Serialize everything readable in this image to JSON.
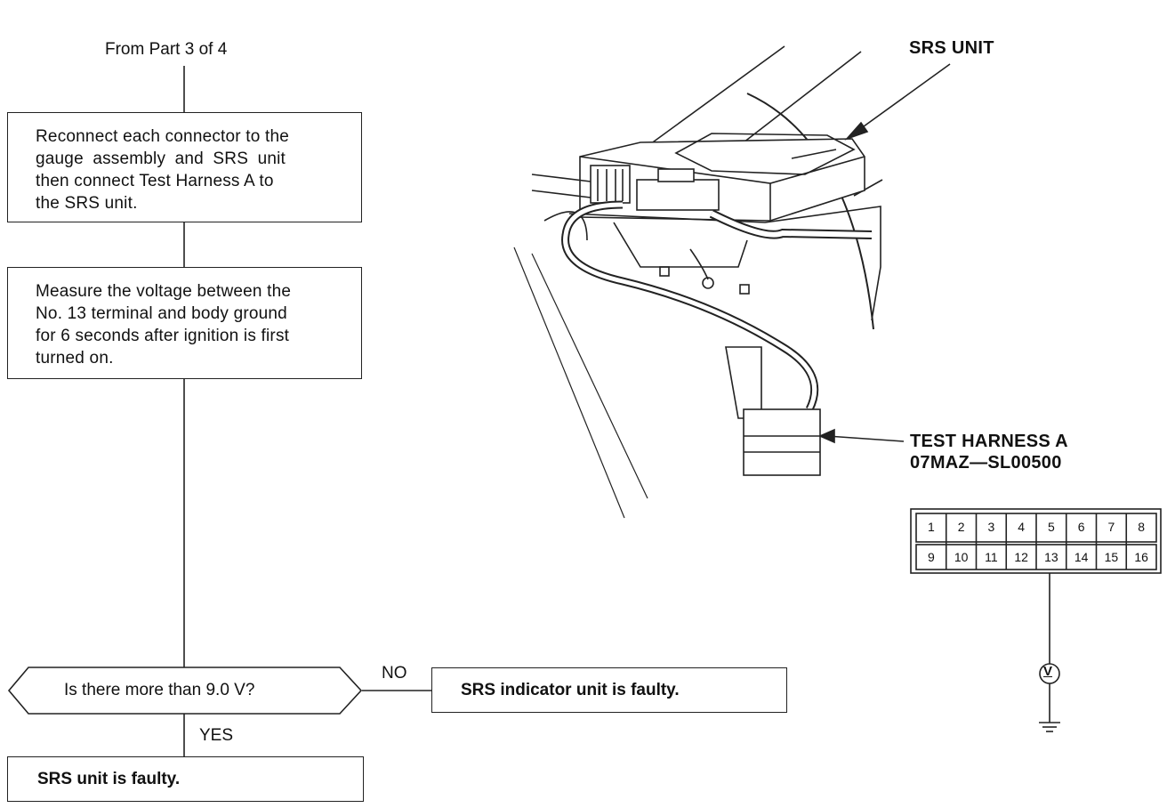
{
  "flow": {
    "from_label": "From Part 3 of 4",
    "step1_lines": [
      "Reconnect each connector to the",
      "gauge assembly and SRS unit",
      "then connect Test Harness A to",
      "the SRS unit."
    ],
    "step2_lines": [
      "Measure the voltage between the",
      "No. 13 terminal and body ground",
      "for 6 seconds after ignition is first",
      "turned on."
    ],
    "decision": "Is there more than 9.0 V?",
    "no_label": "NO",
    "yes_label": "YES",
    "no_result": "SRS indicator unit is faulty.",
    "yes_result": "SRS unit is faulty."
  },
  "illustration": {
    "srs_unit_label": "SRS UNIT",
    "harness_label_line1": "TEST HARNESS A",
    "harness_label_line2": "07MAZ—SL00500"
  },
  "connector": {
    "top_row": [
      "1",
      "2",
      "3",
      "4",
      "5",
      "6",
      "7",
      "8"
    ],
    "bottom_row": [
      "9",
      "10",
      "11",
      "12",
      "13",
      "14",
      "15",
      "16"
    ],
    "meter_symbol": "V"
  }
}
